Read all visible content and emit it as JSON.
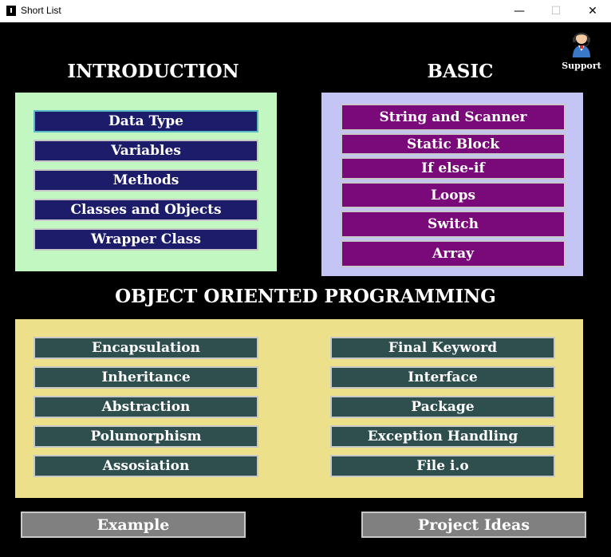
{
  "window": {
    "title": "Short List"
  },
  "support": {
    "label": "Support"
  },
  "introduction": {
    "heading": "INTRODUCTION",
    "items": [
      "Data Type",
      "Variables",
      "Methods",
      "Classes and Objects",
      "Wrapper Class"
    ]
  },
  "basic": {
    "heading": "BASIC",
    "items": [
      "String and Scanner",
      "Static Block",
      "If else-if",
      "Loops",
      "Switch",
      "Array"
    ]
  },
  "oop": {
    "heading": "OBJECT ORIENTED PROGRAMMING",
    "left": [
      "Encapsulation",
      "Inheritance",
      "Abstraction",
      "Polumorphism",
      "Assosiation"
    ],
    "right": [
      "Final Keyword",
      "Interface",
      "Package",
      "Exception Handling",
      "File i.o"
    ]
  },
  "bottom": {
    "example": "Example",
    "project_ideas": "Project Ideas"
  },
  "colors": {
    "intro_panel": "#c2f7c2",
    "basic_panel": "#c4c4f5",
    "oop_panel": "#ece18a",
    "intro_button": "#1c1c6b",
    "basic_button": "#7a0a7a",
    "oop_button": "#2f4f4f",
    "bottom_button": "#808080"
  }
}
